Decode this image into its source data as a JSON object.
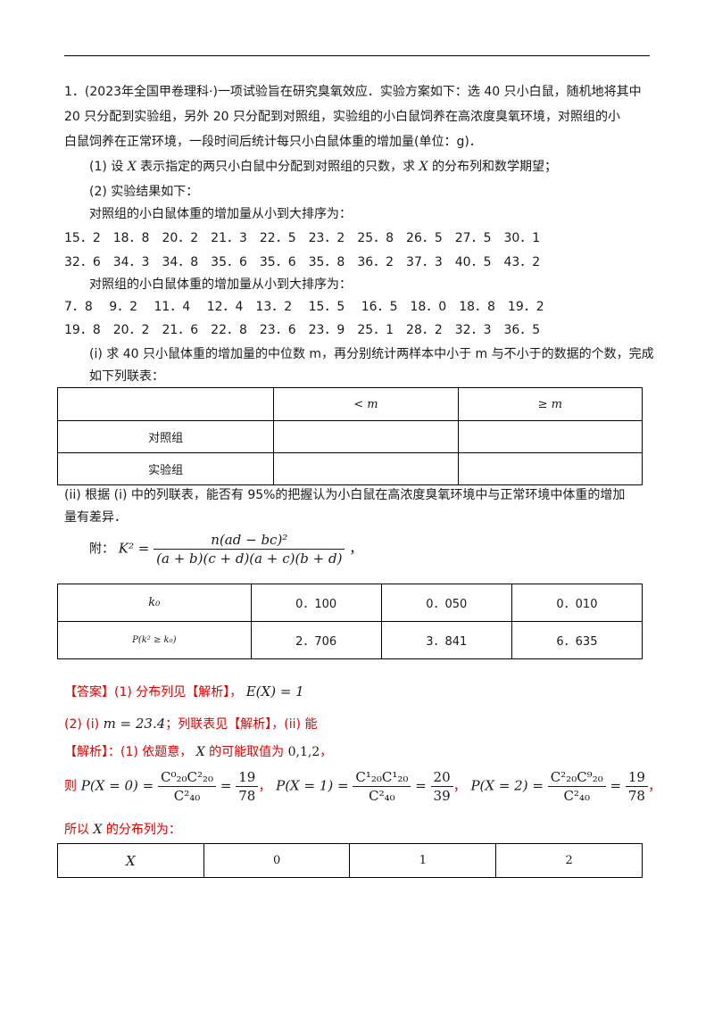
{
  "problem": {
    "number": "1．",
    "source": "(2023年全国甲卷理科·)",
    "stem_line1_tail": "一项试验旨在研究臭氧效应．实验方案如下：选 40 只小白鼠，随机地将其中",
    "stem_line2": "20 只分配到实验组，另外 20 只分配到对照组，实验组的小白鼠饲养在高浓度臭氧环境，对照组的小",
    "stem_line3": "白鼠饲养在正常环境，一段时间后统计每只小白鼠体重的增加量(单位：g)．",
    "q1_prefix": "(1) 设",
    "q1_var": "X",
    "q1_mid": "表示指定的两只小白鼠中分配到对照组的只数，求",
    "q1_var2": "X",
    "q1_suffix": "的分布列和数学期望；",
    "q2": "(2) 实验结果如下：",
    "control_heading": "对照组的小白鼠体重的增加量从小到大排序为：",
    "control_row1": "15．2　18．8　20．2　21．3　22．5　23．2　25．8　26．5　27．5　30．1",
    "control_row2": "32．6　34．3　34．8　35．6　35．6　35．8　36．2　37．3　40．5　43．2",
    "exp_heading": "对照组的小白鼠体重的增加量从小到大排序为：",
    "exp_row1": "7．8　 9．2　 11．4　 12．4　13．2　 15．5　 16．5　18．0　18．8　19．2",
    "exp_row2": "19．8　20．2　21．6　22．8　23．6　23．9　25．1　28．2　32．3　36．5",
    "qi_line1": "(i) 求 40 只小鼠体重的增加量的中位数 m，再分别统计两样本中小于 m 与不小于的数据的个数，完成",
    "qi_line2": "如下列联表：",
    "qii_line1": "(ii) 根据 (i) 中的列联表，能否有 95%的把握认为小白鼠在高浓度臭氧环境中与正常环境中体重的增加",
    "qii_line2": "量有差异．",
    "appendix_label": "附：",
    "k2_lhs": "K² =",
    "k2_num": "n(ad − bc)²",
    "k2_den": "(a + b)(c + d)(a + c)(b + d)",
    "k2_tail": "，"
  },
  "contingency_table": {
    "headers": [
      "",
      "< m",
      "≥ m"
    ],
    "rows": [
      [
        "对照组",
        "",
        ""
      ],
      [
        "实验组",
        "",
        ""
      ]
    ]
  },
  "critical_table": {
    "row1": [
      "k₀",
      "0．100",
      "0．050",
      "0．010"
    ],
    "row2": [
      "P(k² ≥ k₀)",
      "2．706",
      "3．841",
      "6．635"
    ]
  },
  "answer": {
    "label": "【答案】",
    "line1_text": "(1) 分布列见【解析】，",
    "line1_math": "E(X) = 1",
    "line2_a": "(2) (i)",
    "line2_math": "m = 23.4",
    "line2_b": "；列联表见【解析】，(ii) 能"
  },
  "analysis": {
    "label": "【解析】",
    "line1_text": "：(1) 依题意，",
    "line1_var": "X",
    "line1_mid": "的可能取值为",
    "line1_vals": "0,1,2",
    "line1_end": "，",
    "then": "则",
    "p0_lhs": "P(X = 0) =",
    "p0_num": "C⁰₂₀C²₂₀",
    "p0_den": "C²₄₀",
    "p0_eq": "=",
    "p0_rnum": "19",
    "p0_rden": "78",
    "p1_lhs": "P(X = 1) =",
    "p1_num": "C¹₂₀C¹₂₀",
    "p1_den": "C²₄₀",
    "p1_eq": "=",
    "p1_rnum": "20",
    "p1_rden": "39",
    "p2_lhs": "P(X = 2) =",
    "p2_num": "C²₂₀C⁹₂₀",
    "p2_den": "C²₄₀",
    "p2_eq": "=",
    "p2_rnum": "19",
    "p2_rden": "78",
    "sep": "，",
    "dist_label_pre": "所以",
    "dist_label_var": "X",
    "dist_label_post": "的分布列为："
  },
  "distribution_table": {
    "headers": [
      "X",
      "0",
      "1",
      "2"
    ]
  }
}
